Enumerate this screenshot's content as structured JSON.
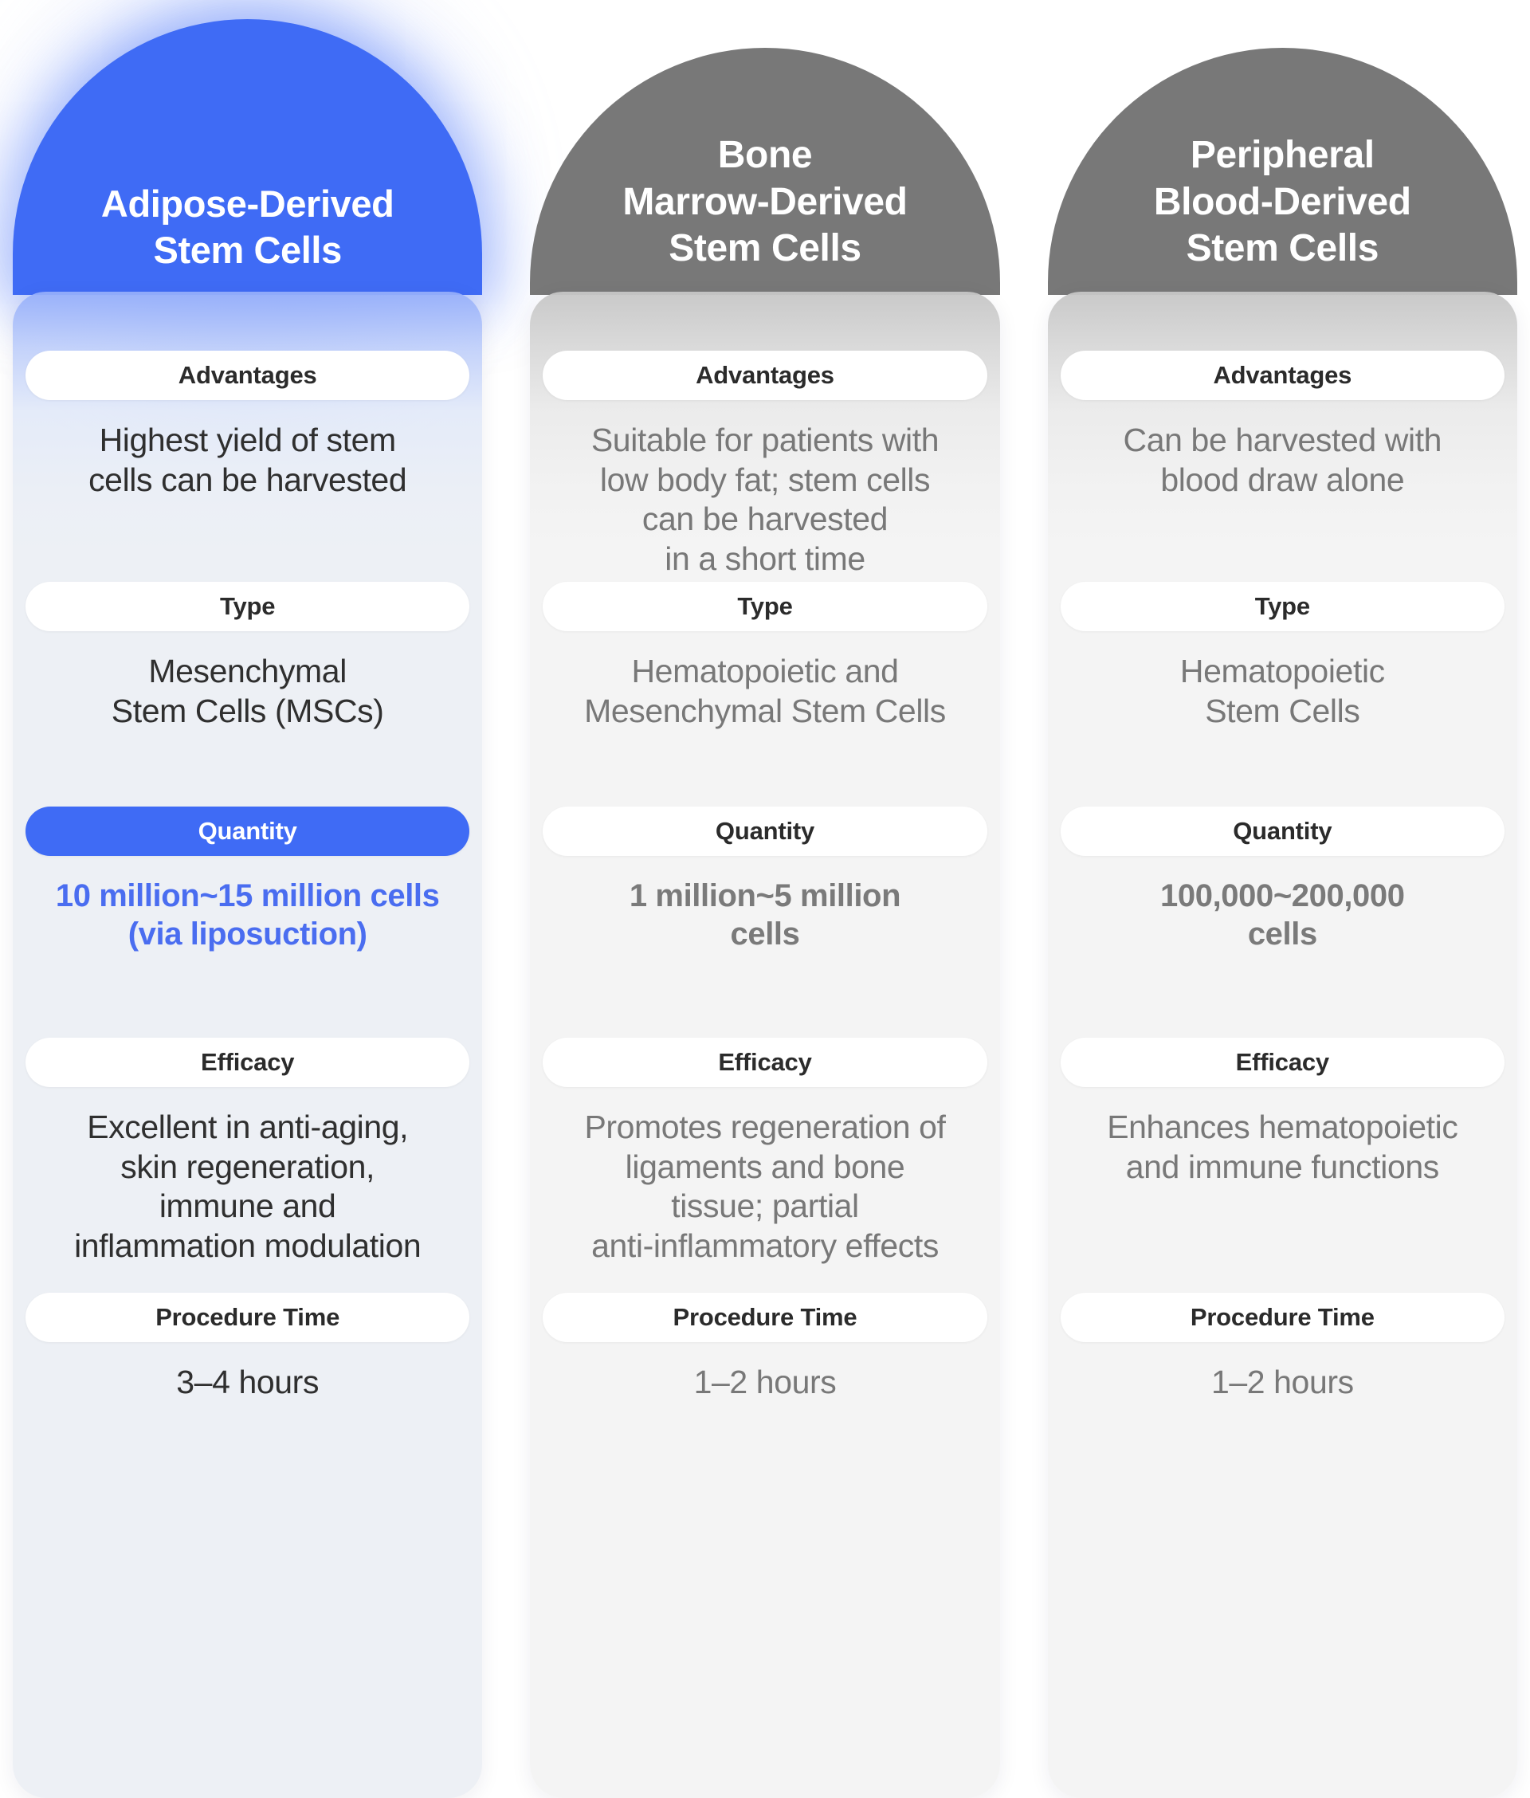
{
  "theme": {
    "accent_blue": "#3f6bf5",
    "accent_blue_text": "#4a6df0",
    "dome_gray": "#787878",
    "card_featured_bg": "#edf0f5",
    "card_plain_bg": "#f4f4f4",
    "label_text": "#2b2b2b",
    "value_dark": "#2f2f2f",
    "value_muted": "#787878",
    "page_bg": "#ffffff"
  },
  "row_labels": {
    "advantages": "Advantages",
    "type": "Type",
    "quantity": "Quantity",
    "efficacy": "Efficacy",
    "procedure_time": "Procedure Time"
  },
  "columns": [
    {
      "id": "adipose-derived",
      "featured": true,
      "title": "Adipose-Derived\nStem Cells",
      "advantages": "Highest yield of stem\ncells can be harvested",
      "type": "Mesenchymal\nStem Cells (MSCs)",
      "quantity": "10 million~15 million cells\n(via liposuction)",
      "efficacy": "Excellent in anti-aging,\nskin regeneration,\nimmune and\ninflammation modulation",
      "procedure_time": "3–4 hours"
    },
    {
      "id": "bone-marrow-derived",
      "featured": false,
      "title": "Bone\nMarrow-Derived\nStem Cells",
      "advantages": "Suitable for patients with\nlow body fat; stem cells\ncan be harvested\nin a short time",
      "type": "Hematopoietic and\nMesenchymal Stem Cells",
      "quantity": "1 million~5 million\ncells",
      "efficacy": "Promotes regeneration of\nligaments and bone\ntissue; partial\nanti-inflammatory effects",
      "procedure_time": "1–2 hours"
    },
    {
      "id": "peripheral-blood-derived",
      "featured": false,
      "title": "Peripheral\nBlood-Derived\nStem Cells",
      "advantages": "Can be harvested with\nblood draw alone",
      "type": "Hematopoietic\nStem Cells",
      "quantity": "100,000~200,000\ncells",
      "efficacy": "Enhances hematopoietic\nand immune functions",
      "procedure_time": "1–2 hours"
    }
  ]
}
